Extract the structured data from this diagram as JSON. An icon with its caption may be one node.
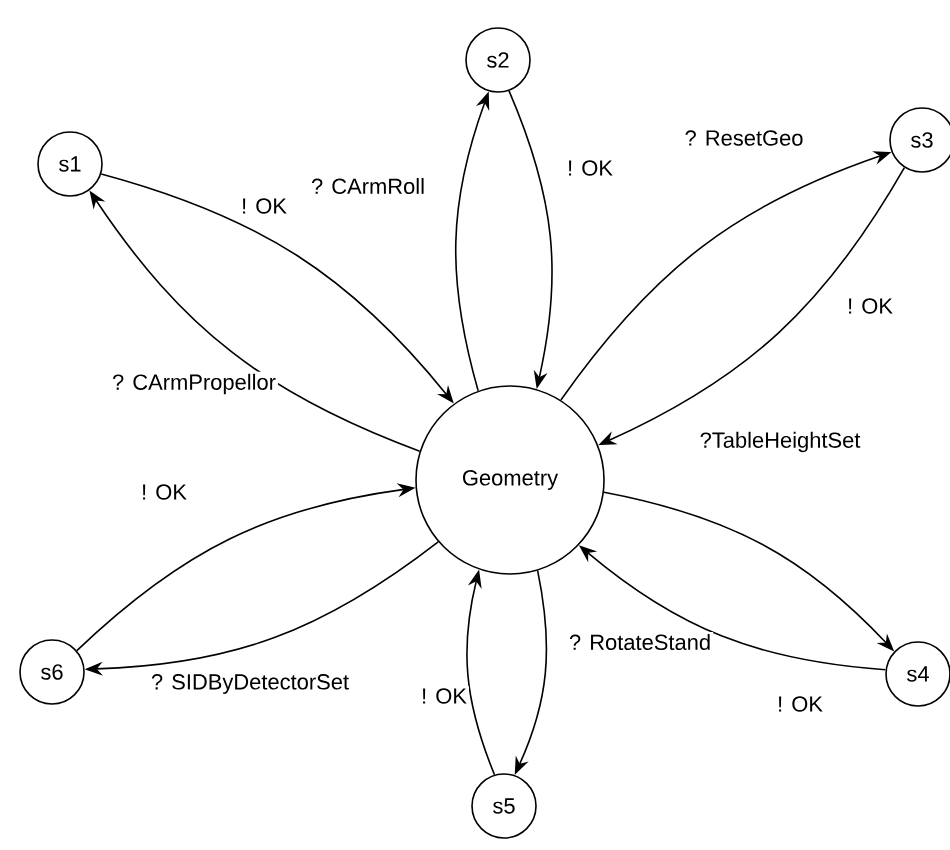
{
  "diagram": {
    "nodes": [
      {
        "text": [
          "Geometry"
        ]
      },
      {
        "text": [
          "s1"
        ]
      },
      {
        "text": [
          "s2"
        ]
      },
      {
        "text": [
          "s3"
        ]
      },
      {
        "text": [
          "s4"
        ]
      },
      {
        "text": [
          "s5"
        ]
      },
      {
        "text": [
          "s6"
        ]
      }
    ],
    "edges": [
      {
        "from": 0,
        "to": 1,
        "arrow": "to",
        "label": "? CArmPropellor"
      },
      {
        "from": 1,
        "to": 0,
        "arrow": "to",
        "label": "! OK"
      },
      {
        "from": 0,
        "to": 2,
        "arrow": "to",
        "label": "? CArmRoll"
      },
      {
        "from": 2,
        "to": 0,
        "arrow": "to",
        "label": "! OK"
      },
      {
        "from": 0,
        "to": 3,
        "arrow": "to",
        "label": "? ResetGeo"
      },
      {
        "from": 3,
        "to": 0,
        "arrow": "to",
        "label": "! OK"
      },
      {
        "from": 0,
        "to": 4,
        "arrow": "to",
        "label": "?TableHeightSet"
      },
      {
        "from": 4,
        "to": 0,
        "arrow": "to",
        "label": "! OK"
      },
      {
        "from": 0,
        "to": 5,
        "arrow": "to",
        "label": "? RotateStand"
      },
      {
        "from": 5,
        "to": 0,
        "arrow": "to",
        "label": "! OK"
      },
      {
        "from": 0,
        "to": 6,
        "arrow": "to",
        "label": "? SIDByDetectorSet"
      },
      {
        "from": 6,
        "to": 0,
        "arrow": "to",
        "label": "! OK"
      }
    ]
  }
}
